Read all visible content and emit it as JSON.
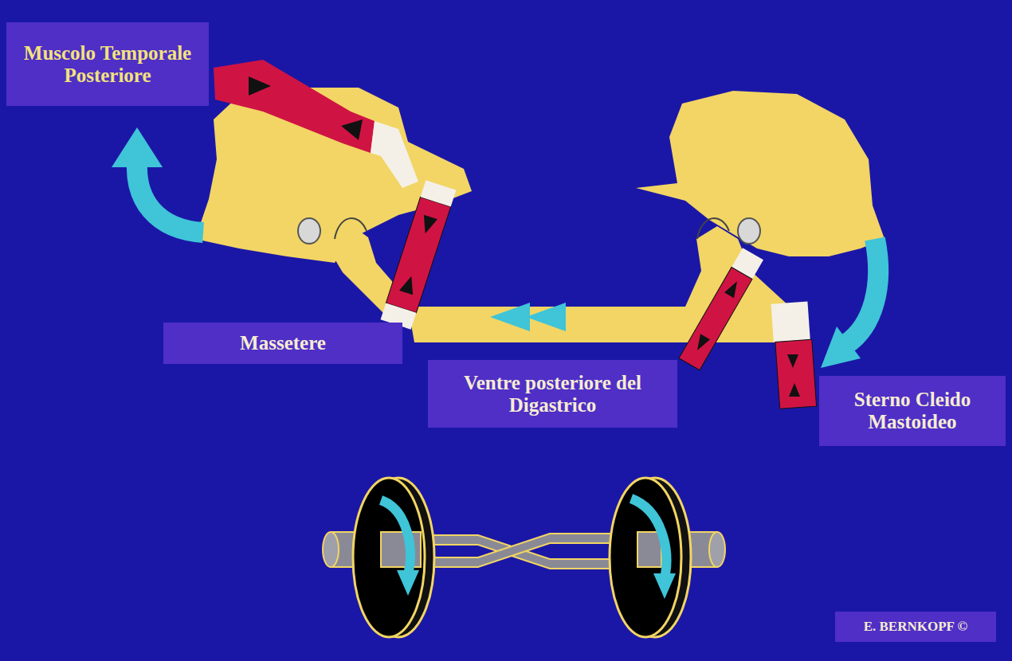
{
  "diagram": {
    "nodes": [
      {
        "text": [
          "Muscolo Temporale Posteriore"
        ]
      },
      {
        "text": [
          "Massetere"
        ]
      },
      {
        "text": [
          "Ventre posteriore del Digastrico"
        ]
      },
      {
        "text": [
          "Sterno Cleido Mastoideo"
        ]
      },
      {
        "text": [
          "E. BERNKOPF ©"
        ]
      }
    ]
  }
}
